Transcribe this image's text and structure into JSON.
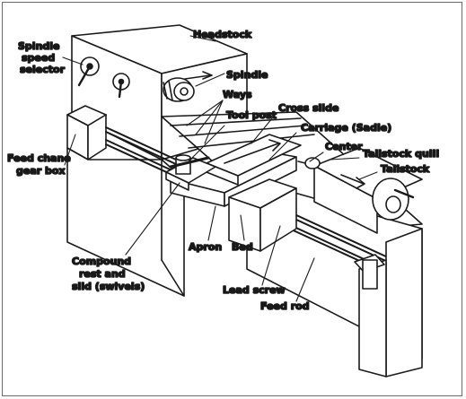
{
  "labels": {
    "headstock": "Headstock",
    "spindle_speed_1": "Spindle",
    "spindle_speed_2": "speed",
    "spindle_speed_3": "selector",
    "spindle": "Spindle",
    "ways": "Ways",
    "tool_post": "Tool post",
    "cross_slide": "Cross slide",
    "carriage": "Carriage (Sadle)",
    "center": "Center",
    "tailstock_quill": "Tailstock quill",
    "tailstock": "Tailstock",
    "feed_gearbox_1": "Feed chane",
    "feed_gearbox_2": "gear box",
    "compound_1": "Compound",
    "compound_2": "rest and",
    "compound_3": "slid (swivels)",
    "apron": "Apron",
    "bed": "Bed",
    "lead_screw": "Lead screw",
    "feed_rod": "Feed rod"
  },
  "colors": {
    "ink": "#1a1a1a",
    "paper": "#ffffff",
    "frame": "#6a6a6a"
  }
}
